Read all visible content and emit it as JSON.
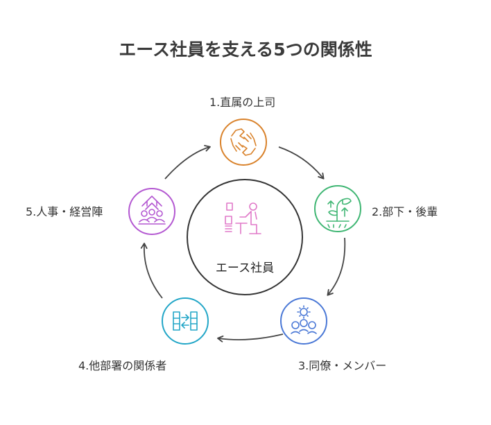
{
  "title": "エース社員を支える5つの関係性",
  "center": {
    "label": "エース社員",
    "color": "#333333",
    "icon": "person-at-desk-icon",
    "icon_color": "#e078c8"
  },
  "nodes": [
    {
      "id": "boss",
      "label": "1.直属の上司",
      "color": "#d9822b",
      "icon": "handshake-icon"
    },
    {
      "id": "juniors",
      "label": "2.部下・後輩",
      "color": "#3fb673",
      "icon": "growing-plant-icon"
    },
    {
      "id": "peers",
      "label": "3.同僚・メンバー",
      "color": "#4a78d6",
      "icon": "team-gear-icon"
    },
    {
      "id": "other-dept",
      "label": "4.他部署の関係者",
      "color": "#22a6c7",
      "icon": "exchange-arrows-icon"
    },
    {
      "id": "hr",
      "label": "5.人事・経営陣",
      "color": "#b357d1",
      "icon": "group-growth-icon"
    }
  ],
  "arrow_color": "#444444"
}
